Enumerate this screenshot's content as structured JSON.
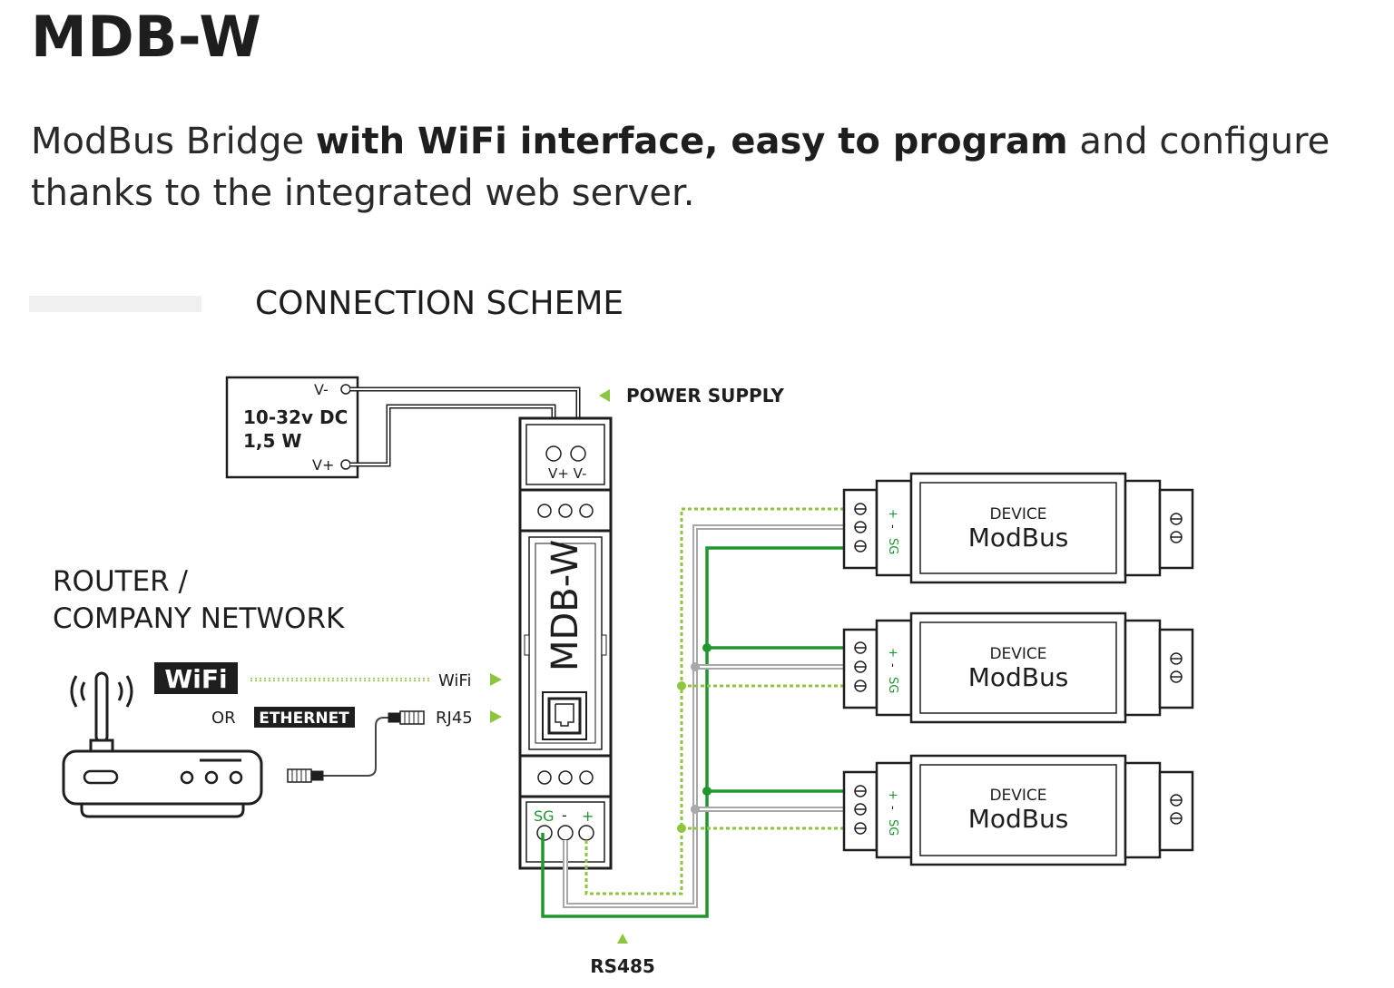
{
  "title": "MDB-W",
  "subtitle": {
    "part1": "ModBus Bridge ",
    "bold": "with WiFi interface, easy to program",
    "part2": "  and configure thanks to the integrated web server."
  },
  "section_title": "CONNECTION SCHEME",
  "power_supply": {
    "label": "POWER SUPPLY",
    "spec_voltage": "10-32v DC",
    "spec_power": "1,5 W",
    "term_minus": "V-",
    "term_plus": "V+"
  },
  "bridge": {
    "name": "MDB-W",
    "power_terminals": "V+ V-",
    "rs485_sg": "SG",
    "rs485_minus": "-",
    "rs485_plus": "+"
  },
  "network": {
    "label_line1": "ROUTER /",
    "label_line2": "COMPANY NETWORK",
    "wifi_badge": "WiFi",
    "or_label": "OR",
    "ethernet_badge": "ETHERNET",
    "wifi_label": "WiFi",
    "rj45_label": "RJ45"
  },
  "bus_label": "RS485",
  "devices": [
    {
      "line1": "DEVICE",
      "line2": "ModBus",
      "plus": "+",
      "minus": "-",
      "sg": "SG"
    },
    {
      "line1": "DEVICE",
      "line2": "ModBus",
      "plus": "+",
      "minus": "-",
      "sg": "SG"
    },
    {
      "line1": "DEVICE",
      "line2": "ModBus",
      "plus": "+",
      "minus": "-",
      "sg": "SG"
    }
  ],
  "colors": {
    "green_solid": "#21962f",
    "green_dotted": "#8cc63f",
    "gray_double": "#a8a8a8",
    "outline": "#1e1e1e"
  }
}
